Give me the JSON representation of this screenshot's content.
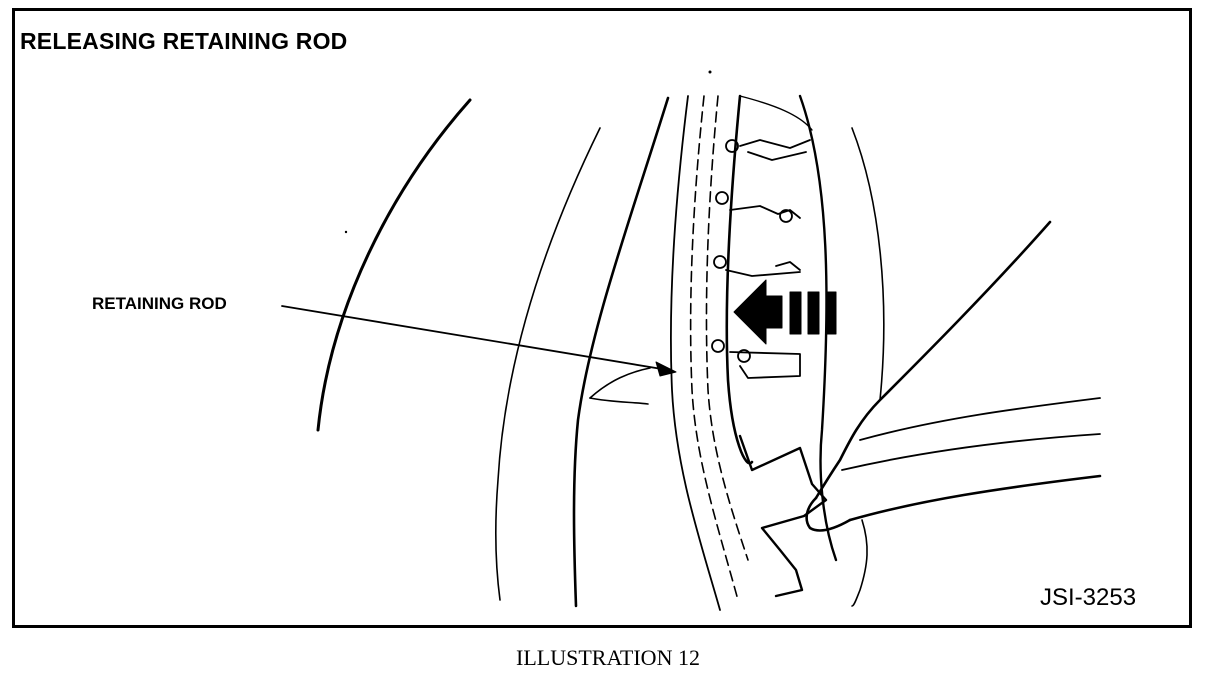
{
  "diagram": {
    "title": "RELEASING RETAINING ROD",
    "callout_label": "RETAINING ROD",
    "figure_id": "JSI-3253",
    "caption": "ILLUSTRATION 12",
    "ink_color": "#000000",
    "background_color": "#ffffff"
  }
}
